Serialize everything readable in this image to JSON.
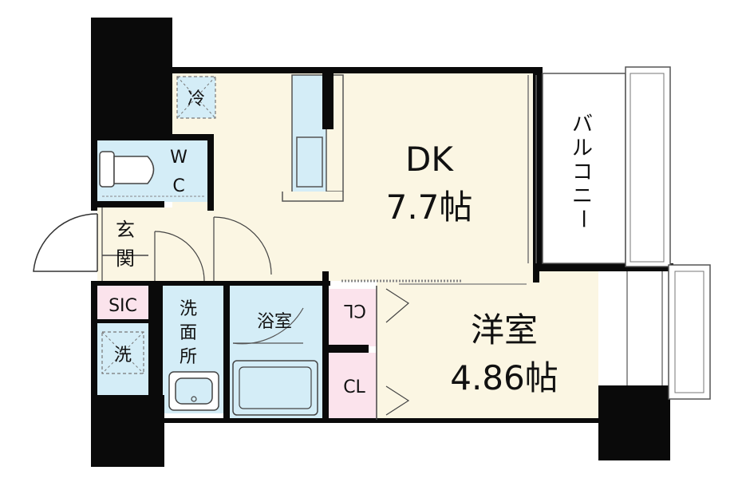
{
  "rooms": {
    "dk": {
      "name": "DK",
      "size": "7.7帖"
    },
    "western": {
      "name": "洋室",
      "size": "4.86帖"
    },
    "wc_1": "W",
    "wc_2": "C",
    "entrance_1": "玄",
    "entrance_2": "関",
    "sic": "SIC",
    "washroom_1": "洗",
    "washroom_2": "面",
    "washroom_3": "所",
    "bath": "浴室",
    "closet_upper": "CL",
    "closet_lower": "CL",
    "balcony": [
      "バ",
      "ル",
      "コ",
      "ニ",
      "ー"
    ]
  },
  "symbols": {
    "fridge": "冷",
    "washer": "洗"
  },
  "colors": {
    "floor": "#fbf6e3",
    "wet_area": "#d4edf7",
    "closet": "#fbe3ec",
    "wall": "#0a0a0a",
    "line": "#555555"
  }
}
